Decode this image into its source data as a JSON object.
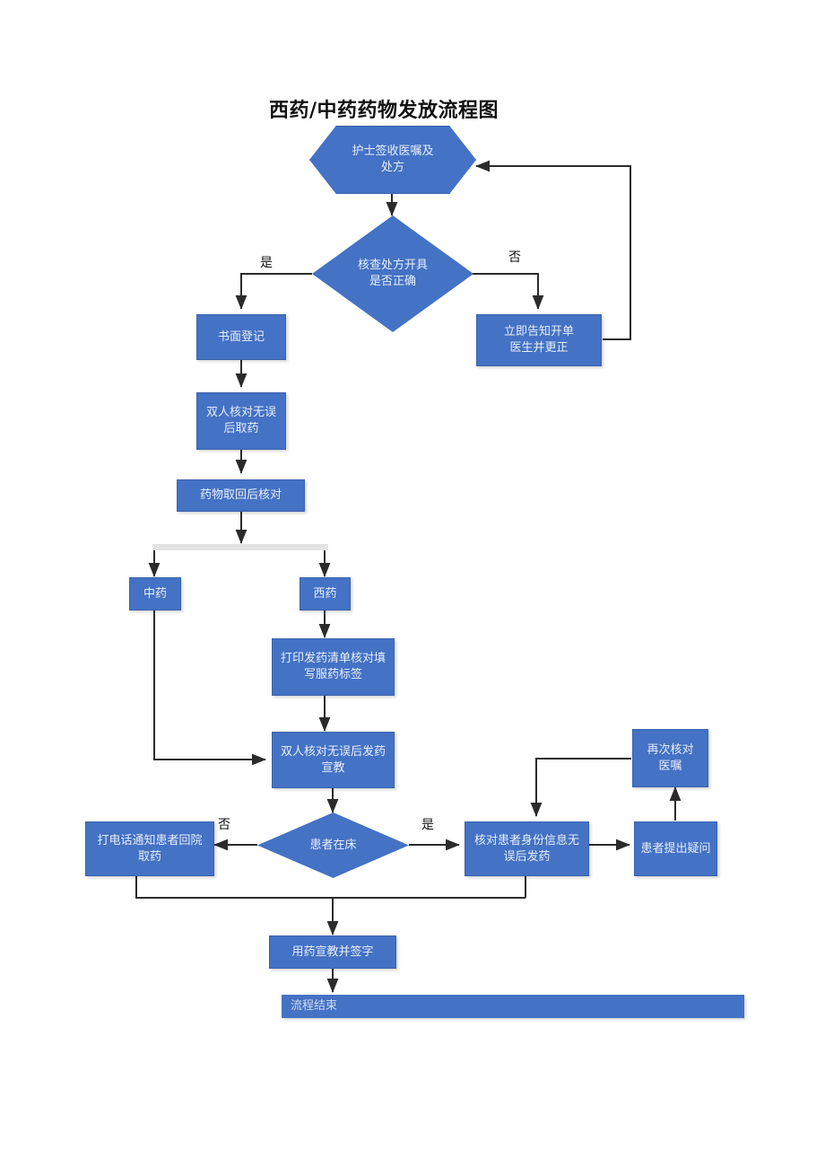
{
  "title": "西药/中药药物发放流程图",
  "colors": {
    "node_fill": "#4472C4",
    "node_text": "#e8eefb",
    "connector": "#2b2b2b",
    "split_bar": "#e3e3e3",
    "background": "#ffffff"
  },
  "nodes": {
    "start_hex": {
      "label": "护士签收医嘱及处方",
      "shape": "hexagon"
    },
    "check_rx": {
      "label": "核查处方开具是否正确",
      "shape": "diamond"
    },
    "written_register": {
      "label": "书面登记",
      "shape": "rect"
    },
    "notify_doctor": {
      "label": "立即告知开单医生并更正",
      "shape": "rect"
    },
    "double_check_fetch": {
      "label": "双人核对无误后取药",
      "shape": "rect"
    },
    "recheck_after_fetch": {
      "label": "药物取回后核对",
      "shape": "rect"
    },
    "tcm": {
      "label": "中药",
      "shape": "rect"
    },
    "western": {
      "label": "西药",
      "shape": "rect"
    },
    "print_list": {
      "label": "打印发药清单核对填写服药标签",
      "shape": "rect"
    },
    "double_check_dispense": {
      "label": "双人核对无误后发药宣教",
      "shape": "rect"
    },
    "patient_in_bed": {
      "label": "患者在床",
      "shape": "diamond"
    },
    "call_patient": {
      "label": "打电话通知患者回院取药",
      "shape": "rect"
    },
    "verify_identity": {
      "label": "核对患者身份信息无误后发药",
      "shape": "rect"
    },
    "patient_question": {
      "label": "患者提出疑问",
      "shape": "rect"
    },
    "recheck_order": {
      "label": "再次核对医嘱",
      "shape": "rect"
    },
    "education_sign": {
      "label": "用药宣教并签字",
      "shape": "rect"
    },
    "process_end": {
      "label": "流程结束",
      "shape": "bar"
    }
  },
  "edge_labels": {
    "rx_yes": "是",
    "rx_no": "否",
    "bed_no": "否",
    "bed_yes": "是"
  },
  "flow": [
    {
      "from": "start_hex",
      "to": "check_rx",
      "label": ""
    },
    {
      "from": "check_rx",
      "to": "written_register",
      "label": "是"
    },
    {
      "from": "check_rx",
      "to": "notify_doctor",
      "label": "否"
    },
    {
      "from": "notify_doctor",
      "to": "start_hex",
      "label": ""
    },
    {
      "from": "written_register",
      "to": "double_check_fetch",
      "label": ""
    },
    {
      "from": "double_check_fetch",
      "to": "recheck_after_fetch",
      "label": ""
    },
    {
      "from": "recheck_after_fetch",
      "to": "tcm",
      "label": ""
    },
    {
      "from": "recheck_after_fetch",
      "to": "western",
      "label": ""
    },
    {
      "from": "western",
      "to": "print_list",
      "label": ""
    },
    {
      "from": "print_list",
      "to": "double_check_dispense",
      "label": ""
    },
    {
      "from": "tcm",
      "to": "double_check_dispense",
      "label": ""
    },
    {
      "from": "double_check_dispense",
      "to": "patient_in_bed",
      "label": ""
    },
    {
      "from": "patient_in_bed",
      "to": "call_patient",
      "label": "否"
    },
    {
      "from": "patient_in_bed",
      "to": "verify_identity",
      "label": "是"
    },
    {
      "from": "verify_identity",
      "to": "patient_question",
      "label": ""
    },
    {
      "from": "patient_question",
      "to": "recheck_order",
      "label": ""
    },
    {
      "from": "recheck_order",
      "to": "verify_identity",
      "label": ""
    },
    {
      "from": "call_patient",
      "to": "education_sign",
      "label": ""
    },
    {
      "from": "verify_identity",
      "to": "education_sign",
      "label": ""
    },
    {
      "from": "education_sign",
      "to": "process_end",
      "label": ""
    }
  ]
}
